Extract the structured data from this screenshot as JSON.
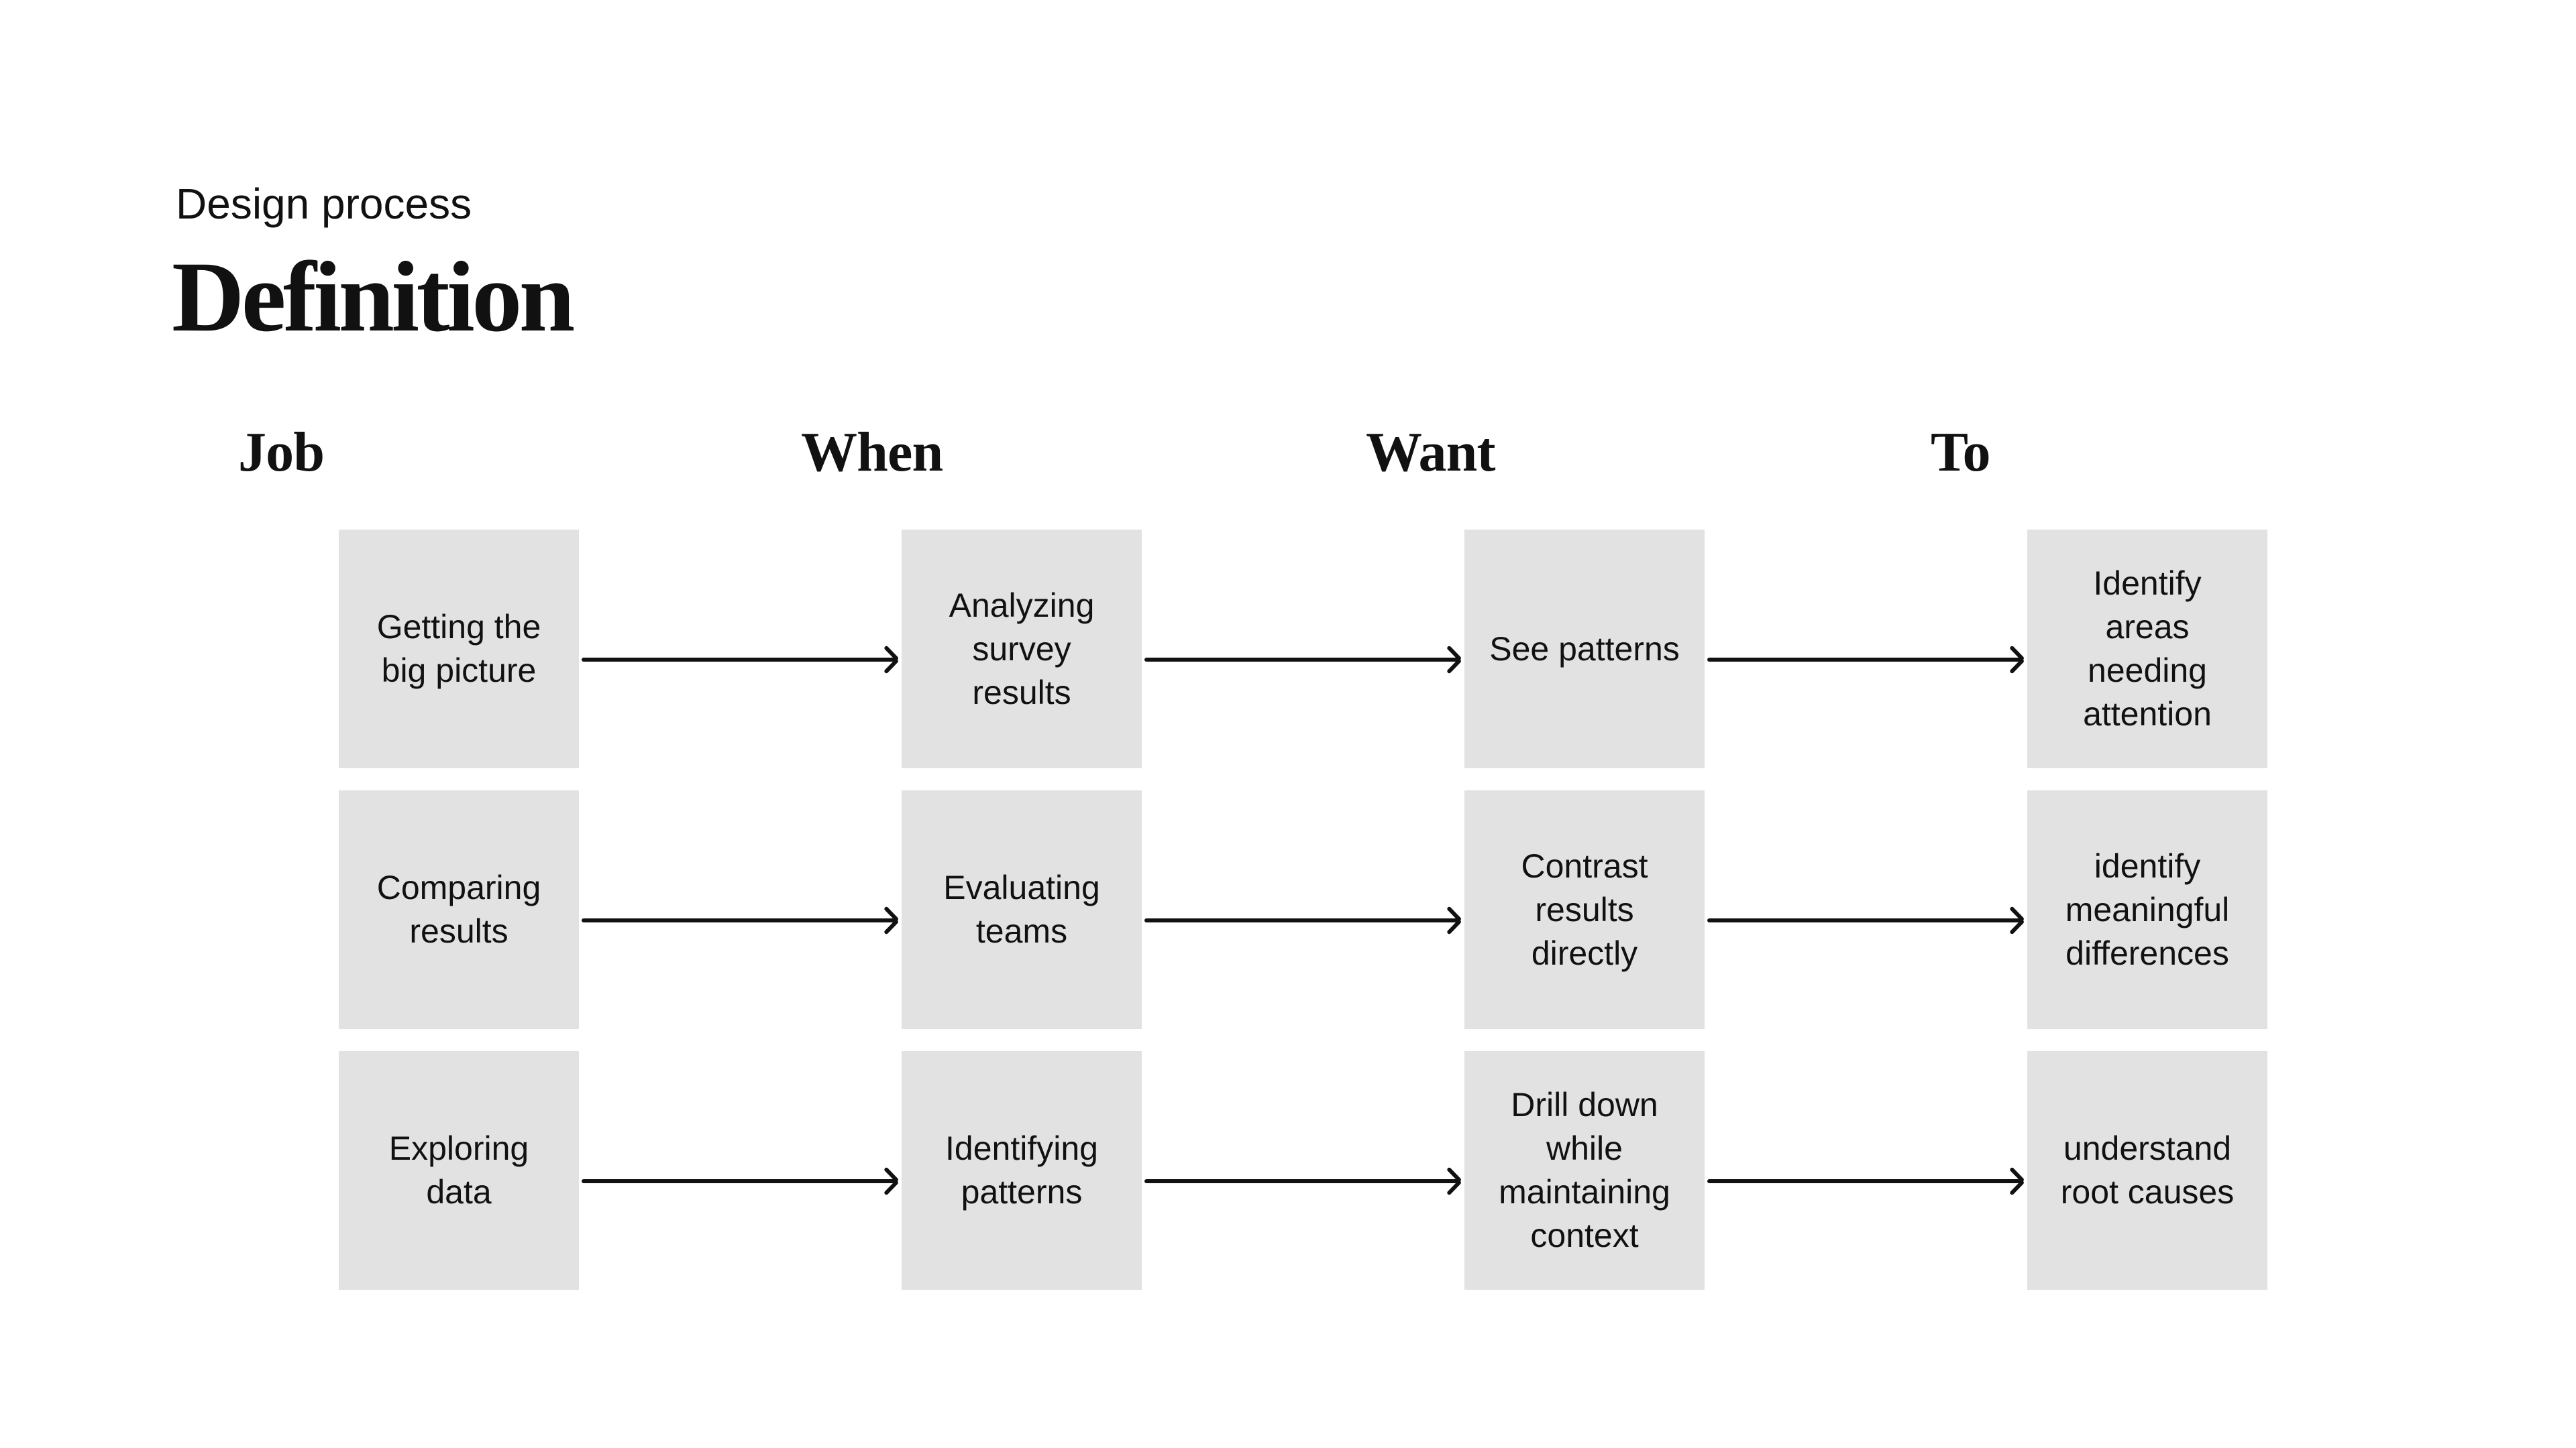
{
  "slide": {
    "eyebrow": "Design process",
    "title": "Definition"
  },
  "columns": [
    {
      "label": "Job"
    },
    {
      "label": "When"
    },
    {
      "label": "Want"
    },
    {
      "label": "To"
    }
  ],
  "rows": [
    {
      "cells": [
        "Getting the big picture",
        "Analyzing survey results",
        "See patterns",
        "Identify areas needing attention"
      ]
    },
    {
      "cells": [
        "Comparing results",
        "Evaluating teams",
        "Contrast results directly",
        "identify meaningful differences"
      ]
    },
    {
      "cells": [
        "Exploring data",
        "Identifying patterns",
        "Drill down while maintaining context",
        "understand root causes"
      ]
    }
  ],
  "icons": {
    "arrow": "arrow-right"
  },
  "colors": {
    "background": "#ffffff",
    "box_fill": "#e2e2e2",
    "text": "#111111",
    "arrow": "#111111"
  }
}
